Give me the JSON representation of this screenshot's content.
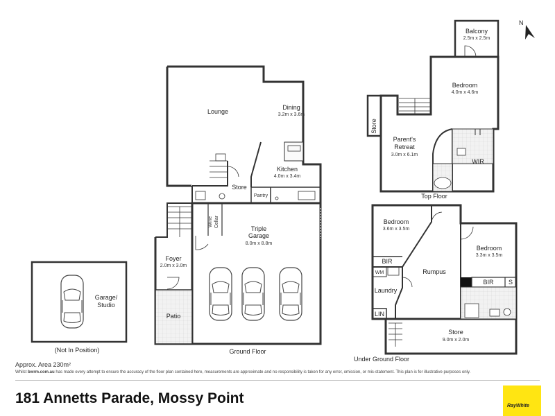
{
  "compass": {
    "label": "N"
  },
  "garage_studio": {
    "name": "Garage/\nStudio",
    "line1": "Garage/",
    "line2": "Studio",
    "note": "(Not In Position)"
  },
  "ground_floor": {
    "title": "Ground Floor",
    "rooms": {
      "lounge": {
        "name": "Lounge"
      },
      "dining": {
        "name": "Dining",
        "dims": "3.2m x 3.6m"
      },
      "kitchen": {
        "name": "Kitchen",
        "dims": "4.0m x 3.4m"
      },
      "store": {
        "name": "Store"
      },
      "pantry": {
        "name": "Pantry"
      },
      "wine_cellar": {
        "line1": "Wine",
        "line2": "Cellar"
      },
      "triple_garage": {
        "line1": "Triple",
        "line2": "Garage",
        "dims": "8.0m x 8.8m"
      },
      "foyer": {
        "name": "Foyer",
        "dims": "2.0m x 3.0m"
      },
      "patio": {
        "name": "Patio"
      }
    }
  },
  "top_floor": {
    "title": "Top Floor",
    "rooms": {
      "balcony": {
        "name": "Balcony",
        "dims": "2.5m x 2.5m"
      },
      "bedroom": {
        "name": "Bedroom",
        "dims": "4.0m x 4.6m"
      },
      "store": {
        "name": "Store"
      },
      "parents_retreat": {
        "line1": "Parent's",
        "line2": "Retreat",
        "dims": "3.0m x 6.1m"
      },
      "wir": {
        "name": "WIR"
      }
    }
  },
  "under_ground_floor": {
    "title": "Under Ground Floor",
    "rooms": {
      "bedroom1": {
        "name": "Bedroom",
        "dims": "3.6m x 3.5m"
      },
      "bedroom2": {
        "name": "Bedroom",
        "dims": "3.3m x 3.5m"
      },
      "rumpus": {
        "name": "Rumpus"
      },
      "bir1": {
        "name": "BIR"
      },
      "bir2": {
        "name": "BIR"
      },
      "s": {
        "name": "S"
      },
      "wm": {
        "name": "WM"
      },
      "laundry": {
        "name": "Laundry"
      },
      "lin": {
        "name": "LIN"
      },
      "store": {
        "name": "Store",
        "dims": "9.0m x 2.0m"
      }
    }
  },
  "footer": {
    "area": "Approx. Area 230m²",
    "disclaimer_prefix": "Whilst ",
    "disclaimer_site": "bwrm.com.au",
    "disclaimer_rest": " has made every attempt to ensure the accuracy of the floor plan contained here, measurements are approximate and no responsibility is taken for any error, omission, or mis-statement. This plan is for illustrative purposes only.",
    "address": "181 Annetts Parade, Mossy Point",
    "brand": "RayWhite",
    "brand_color": "#ffe512"
  }
}
